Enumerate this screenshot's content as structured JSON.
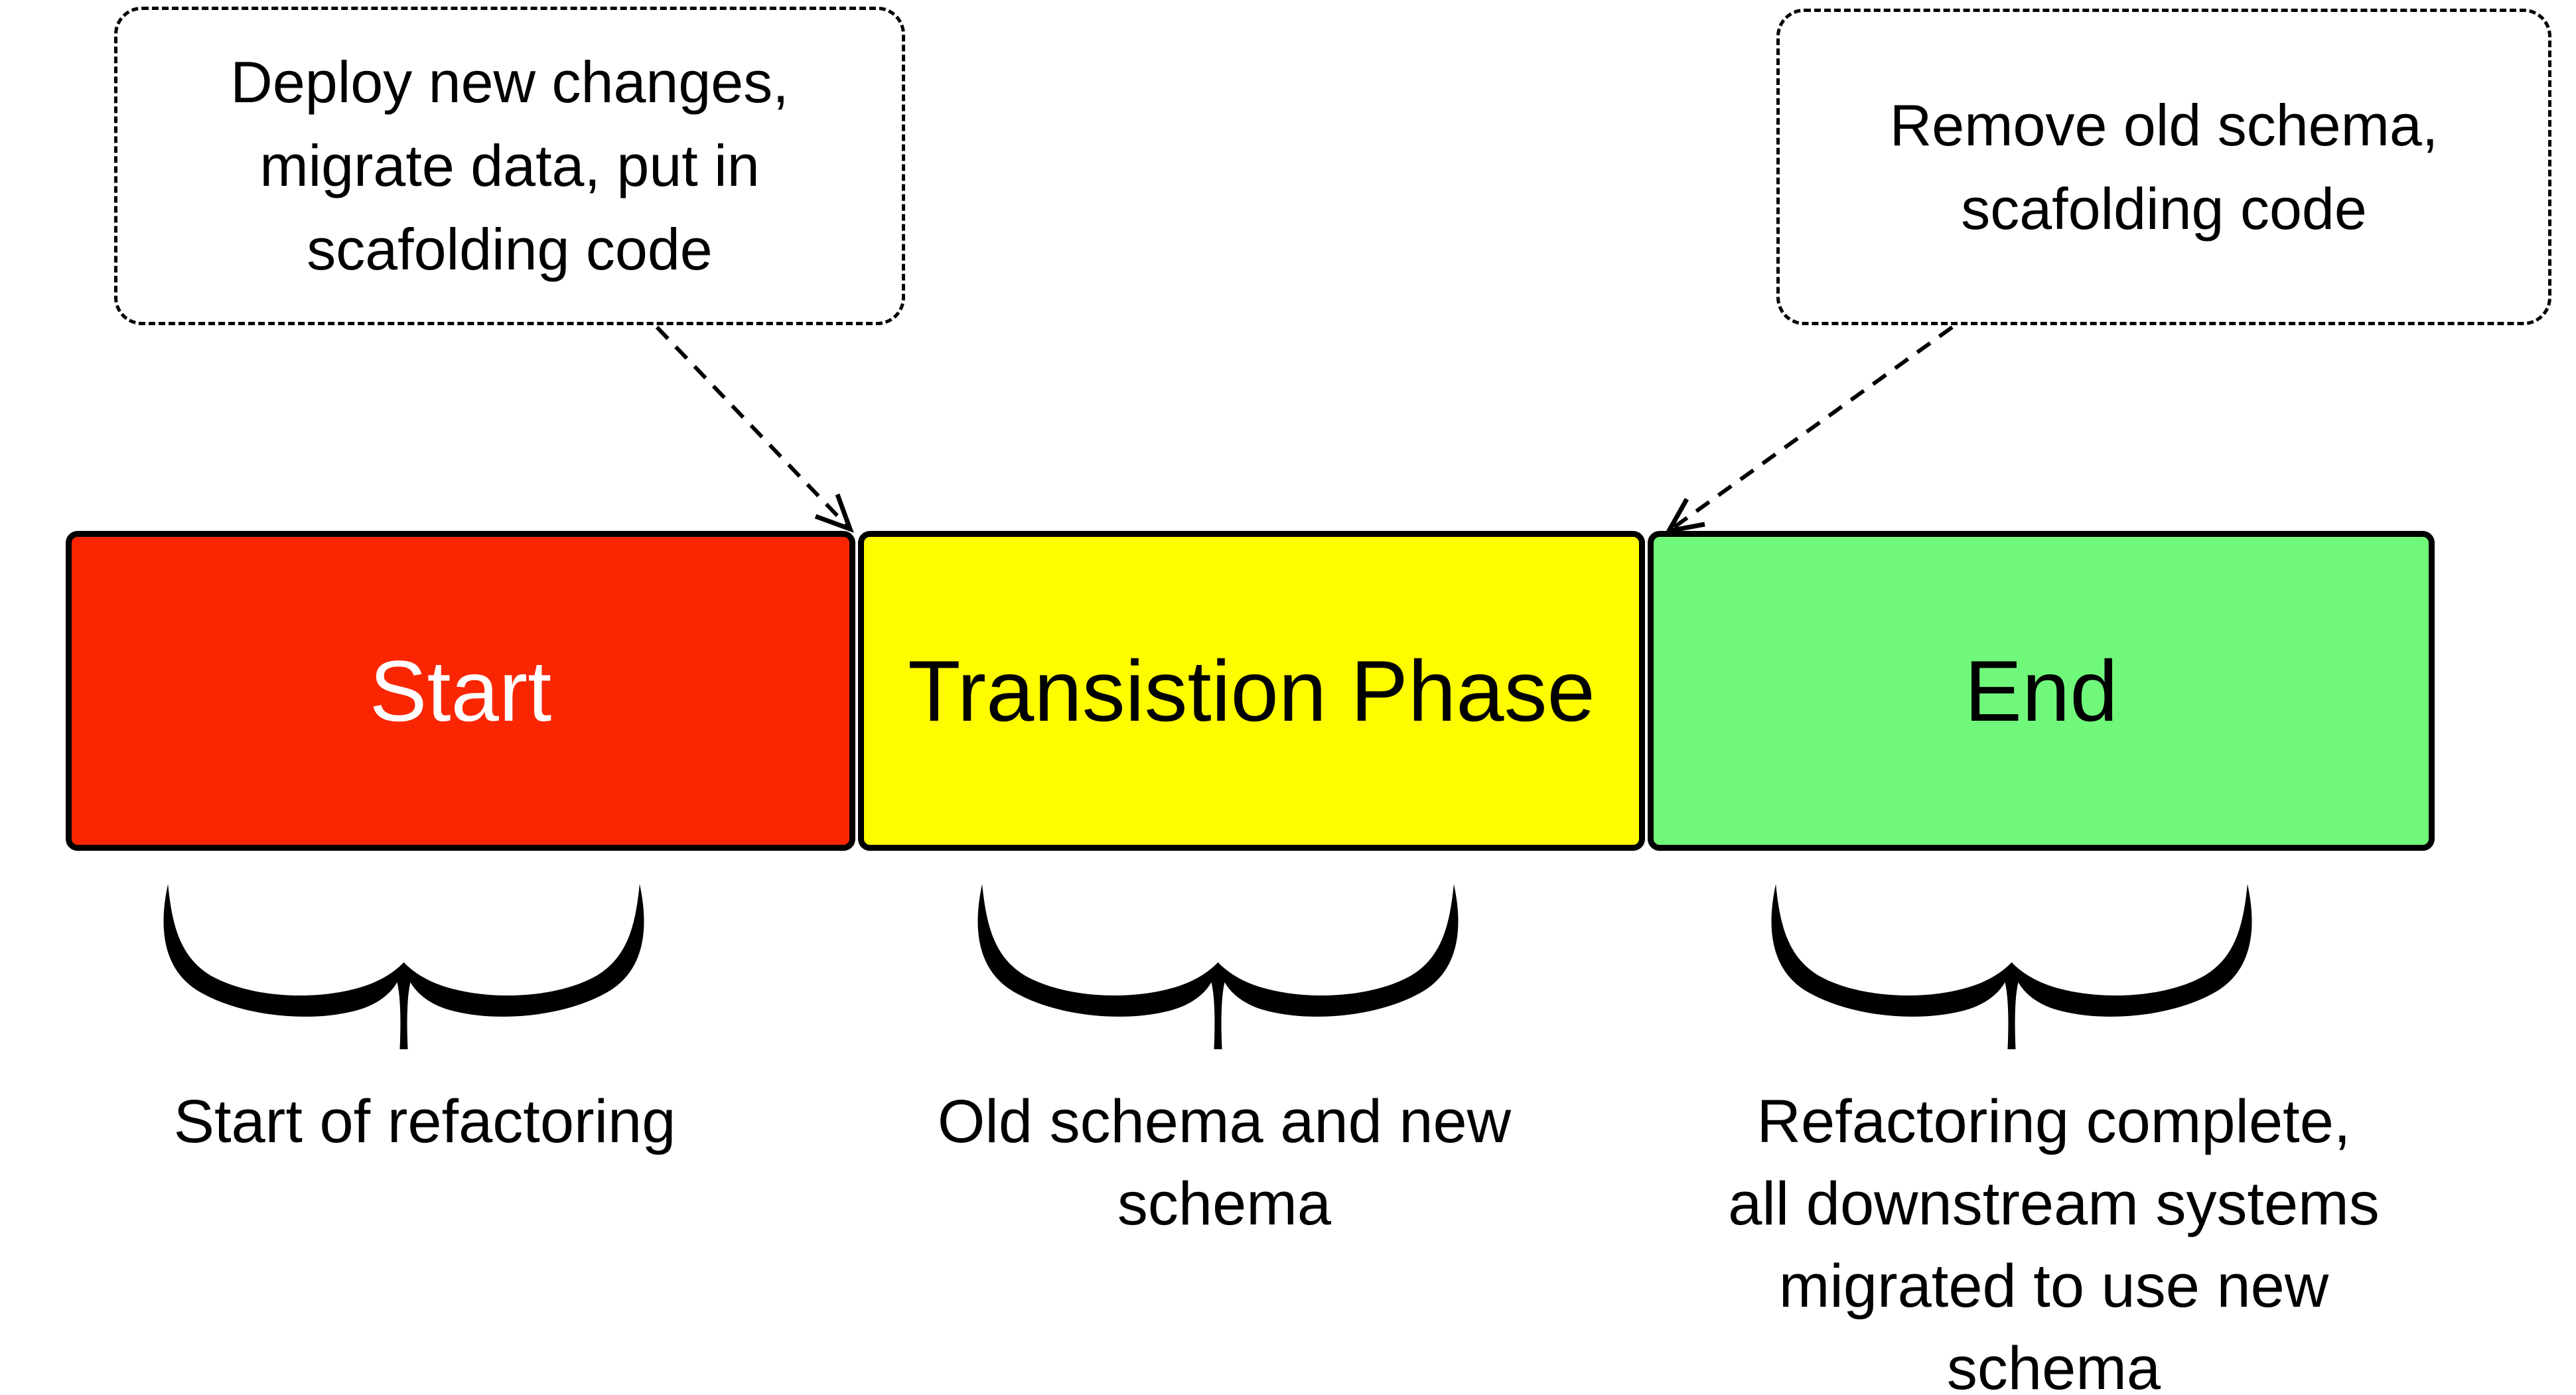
{
  "callouts": [
    {
      "text": "Deploy new changes,\nmigrate data, put in\nscafolding code"
    },
    {
      "text": "Remove old schema,\nscafolding code"
    }
  ],
  "phases": [
    {
      "label": "Start",
      "color": "#fa2602",
      "label_color": "#ffffff",
      "note": "Start of refactoring"
    },
    {
      "label": "Transistion Phase",
      "color": "#fffc00",
      "label_color": "#000000",
      "note": "Old schema and new\nschema"
    },
    {
      "label": "End",
      "color": "#70f87b",
      "label_color": "#000000",
      "note": "Refactoring complete,\nall downstream systems\nmigrated to use new\nschema"
    }
  ],
  "icons": {
    "brace": "curly-underbrace",
    "connector": "dashed-arrow"
  }
}
